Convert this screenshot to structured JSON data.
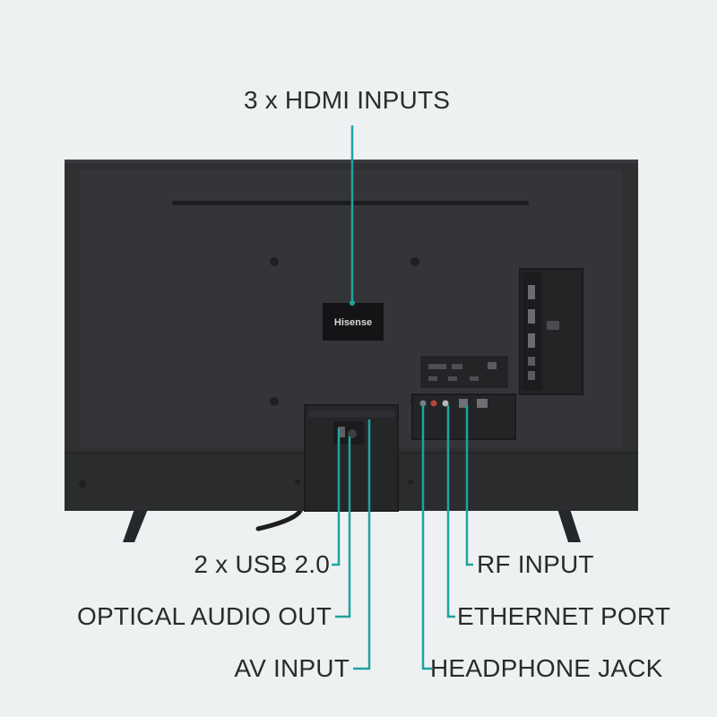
{
  "brand": {
    "logo_text": "Hisense"
  },
  "colors": {
    "background": "#eef1f2",
    "tv_body": "#2f3032",
    "tv_edge": "#1f2022",
    "callout_line": "#1fa3a0",
    "label_text": "#2b2b2b"
  },
  "callouts": {
    "hdmi": "3 x HDMI INPUTS",
    "usb": "2 x USB 2.0",
    "optical": "OPTICAL AUDIO OUT",
    "av": "AV INPUT",
    "rf": "RF INPUT",
    "ethernet": "ETHERNET PORT",
    "headphone": "HEADPHONE JACK"
  }
}
